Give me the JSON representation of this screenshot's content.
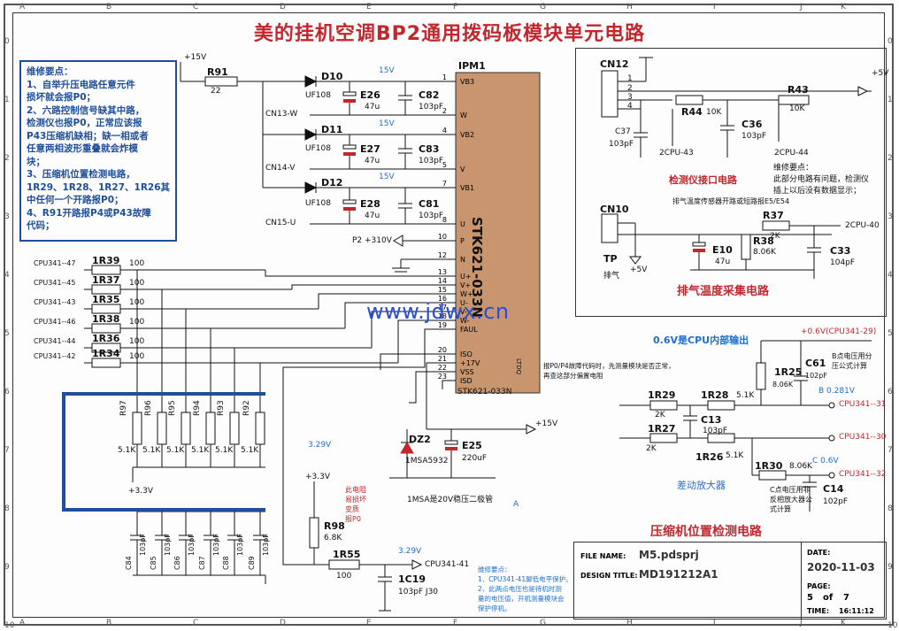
{
  "title": "美的挂机空调BP2通用拨码板模块单元电路",
  "grid": {
    "columns": [
      "A",
      "B",
      "C",
      "D",
      "E",
      "F",
      "G",
      "H",
      "I",
      "J",
      "K"
    ],
    "rows": [
      "0",
      "1",
      "2",
      "3",
      "4",
      "5",
      "6",
      "7",
      "8",
      "9",
      "10"
    ]
  },
  "notes": {
    "heading": "维修要点：",
    "lines": [
      "1、自举升压电路任意元件",
      "损坏就会报P0；",
      "2、六路控制信号缺其中路，",
      "检测仪也报P0，正常应该报",
      "P43压缩机缺相；缺一相或者",
      "任意两相波形重叠就会炸模",
      "块；",
      "3、压缩机位置检测电路，",
      "1R29、1R28、1R27、1R26其",
      "中任何一个开路报P0；",
      "4、R91开路报P4或P43故障",
      "代码；"
    ]
  },
  "ipm": {
    "ref": "IPM1",
    "part": "STK621-033N",
    "part_bottom": "STK621-033N",
    "ltd": "LTDQ",
    "pins": [
      {
        "n": "1",
        "name": "VB3"
      },
      {
        "n": "2",
        "name": "W"
      },
      {
        "n": "4",
        "name": "VB2"
      },
      {
        "n": "5",
        "name": "V"
      },
      {
        "n": "7",
        "name": "VB1"
      },
      {
        "n": "8",
        "name": "U"
      },
      {
        "n": "10",
        "name": "P"
      },
      {
        "n": "12",
        "name": "N"
      },
      {
        "n": "13",
        "name": "U+"
      },
      {
        "n": "14",
        "name": "V+"
      },
      {
        "n": "15",
        "name": "W+"
      },
      {
        "n": "16",
        "name": "U-"
      },
      {
        "n": "17",
        "name": "V-"
      },
      {
        "n": "18",
        "name": "W-"
      },
      {
        "n": "19",
        "name": "FAUL"
      },
      {
        "n": "20",
        "name": "ISO"
      },
      {
        "n": "21",
        "name": "+17V"
      },
      {
        "n": "22",
        "name": "VSS"
      },
      {
        "n": "23",
        "name": "ISD"
      }
    ]
  },
  "bootstrap": {
    "vcc": "+15V",
    "r91": "R91",
    "r91_val": "22",
    "diodes": [
      {
        "ref": "D10",
        "type": "UF108"
      },
      {
        "ref": "D11",
        "type": "UF108"
      },
      {
        "ref": "D12",
        "type": "UF108"
      }
    ],
    "caps_e": [
      {
        "ref": "E26",
        "val": "47u"
      },
      {
        "ref": "E27",
        "val": "47u"
      },
      {
        "ref": "E28",
        "val": "47u"
      }
    ],
    "caps_c": [
      {
        "ref": "C82",
        "val": "103pF"
      },
      {
        "ref": "C83",
        "val": "103pF"
      },
      {
        "ref": "C81",
        "val": "103pF"
      }
    ],
    "v15": "15V",
    "outs": [
      "CN13-W",
      "CN14-V",
      "CN15-U"
    ],
    "p_label": "P2 +310V"
  },
  "signals": {
    "inputs": [
      {
        "net": "CPU341--47",
        "ref": "1R39",
        "val": "100"
      },
      {
        "net": "CPU341--45",
        "ref": "1R37",
        "val": "100"
      },
      {
        "net": "CPU341--43",
        "ref": "1R35",
        "val": "100"
      },
      {
        "net": "CPU341--46",
        "ref": "1R38",
        "val": "100"
      },
      {
        "net": "CPU341--44",
        "ref": "1R36",
        "val": "100"
      },
      {
        "net": "CPU341--42",
        "ref": "1R34",
        "val": "100"
      }
    ],
    "pulldowns": [
      {
        "ref": "R97",
        "val": "5.1K"
      },
      {
        "ref": "R96",
        "val": "5.1K"
      },
      {
        "ref": "R95",
        "val": "5.1K"
      },
      {
        "ref": "R94",
        "val": "5.1K"
      },
      {
        "ref": "R93",
        "val": "5.1K"
      },
      {
        "ref": "R92",
        "val": "5.1K"
      }
    ],
    "v33": "+3.3V",
    "caps": [
      {
        "ref": "C84",
        "val": "103pF"
      },
      {
        "ref": "C85",
        "val": "103pF"
      },
      {
        "ref": "C86",
        "val": "103pF"
      },
      {
        "ref": "C87",
        "val": "103pF"
      },
      {
        "ref": "C88",
        "val": "103pF"
      },
      {
        "ref": "C89",
        "val": "103pF"
      }
    ]
  },
  "fault": {
    "v329a": "3.29V",
    "v33": "+3.3V",
    "r98": "R98",
    "r98_val": "6.8K",
    "r55": "1R55",
    "r55_val": "100",
    "v329b": "3.29V",
    "out": "CPU341-41",
    "c19": "1C19",
    "c19_val": "103pF J30",
    "red_note": [
      "此电阻",
      "易损坏",
      "变质",
      "报P0"
    ],
    "note_lines": [
      "维修要点：",
      "1、CPU341-41脚低电平保护。",
      "2、此两点电压也是待机时测",
      "量的电压值，开机测量模块会",
      "保护停机。"
    ]
  },
  "zener": {
    "v15": "+15V",
    "dz": "DZ2",
    "dz_part": "1MSA5932",
    "e25": "E25",
    "e25_val": "220uF",
    "note": "1MSA是20V稳压二极管",
    "tag_a": "A"
  },
  "sensor": {
    "cn12": "CN12",
    "pins": [
      "1",
      "2",
      "3",
      "4"
    ],
    "v5": "+5V",
    "r44": "R44",
    "r44_val": "10K",
    "r43": "R43",
    "r43_val": "10K",
    "c36": "C36",
    "c36_val": "103pF",
    "c37": "C37",
    "c37_val": "103pF",
    "cpu43": "2CPU-43",
    "cpu44": "2CPU-44",
    "title": "检测仪接口电路",
    "note": [
      "维修要点：",
      "此部分电路有问题，检测仪",
      "插上以后没有数据显示；"
    ],
    "exhaust_note": "排气温度传感器开路或短路报E5/E54"
  },
  "exhaust": {
    "cn10": "CN10",
    "tp": "TP",
    "tp_sub": "排气",
    "v5": "+5V",
    "r37": "R37",
    "r37_val": "2K",
    "r38": "R38",
    "r38_val": "8.06K",
    "e10": "E10",
    "e10_val": "47u",
    "c33": "C33",
    "c33_val": "104pF",
    "cpu40": "2CPU-40",
    "title": "排气温度采集电路"
  },
  "position": {
    "header": "0.6V是CPU内部输出",
    "v06": "+0.6V(CPU341-29)",
    "r25": "1R25",
    "r25_val": "8.06K",
    "c61": "C61",
    "c61_val": "102pF",
    "b_note": [
      "B点电压用分",
      "压公式计算"
    ],
    "b_v": "B  0.281V",
    "r29": "1R29",
    "r29_val": "2K",
    "r28": "1R28",
    "r28_val": "5.1K",
    "c13": "C13",
    "c13_val": "103pF",
    "r27": "1R27",
    "r27_val": "2K",
    "r26": "1R26",
    "r26_val": "5.1K",
    "r30": "1R30",
    "r30_val": "8.06K",
    "c_v": "C  0.6V",
    "c14": "C14",
    "c14_val": "102pF",
    "c_note": [
      "C点电压用非",
      "反相放大器公",
      "式计算"
    ],
    "amp": "差动放大器",
    "cpu31": "CPU341--31",
    "cpu30": "CPU341--30",
    "cpu32": "CPU341--32",
    "fault_note": [
      "报P0/P4故障代码时，先测量模块是否正常，",
      "再查这部分偏置电阻"
    ],
    "title": "压缩机位置检测电路"
  },
  "watermark": "www.jdwx.cn",
  "title_block": {
    "file_label": "FILE NAME:",
    "file": "M5.pdsprj",
    "design_label": "DESIGN TITLE:",
    "design": "MD191212A1",
    "date_label": "DATE:",
    "date": "2020-11-03",
    "page_label": "PAGE:",
    "page": "5",
    "of": "of",
    "pages": "7",
    "time_label": "TIME:",
    "time": "16:11:12"
  },
  "colors": {
    "red": "#c2272d",
    "blue": "#1f4e9a",
    "wire": "#111111",
    "bus": "#1f4e9a"
  }
}
